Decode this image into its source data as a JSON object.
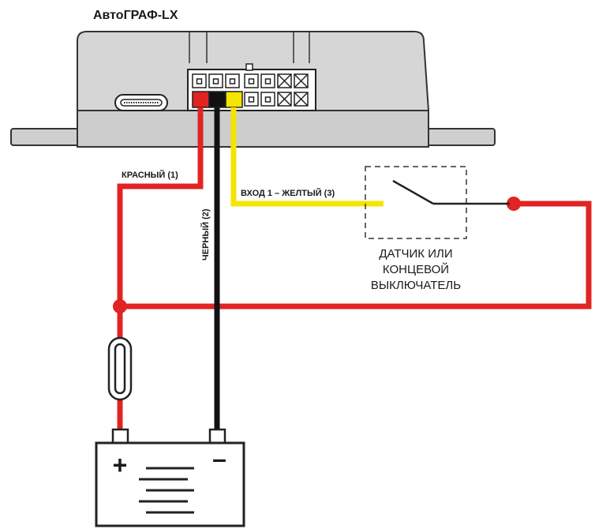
{
  "device": {
    "title": "АвтоГРАФ-LX"
  },
  "wires": {
    "red_label": "КРАСНЫЙ (1)",
    "black_label": "ЧЕРНЫЙ (2)",
    "yellow_label": "ВХОД 1 – ЖЕЛТЫЙ (3)"
  },
  "sensor": {
    "caption_lines": [
      "ДАТЧИК ИЛИ",
      "КОНЦЕВОЙ",
      "ВЫКЛЮЧАТЕЛЬ"
    ]
  },
  "battery": {
    "plus": "+",
    "minus": "–"
  },
  "colors": {
    "red_wire": "#e02424",
    "black_wire": "#111111",
    "yellow_wire": "#f5e400",
    "device_body": "#d3d3d3",
    "device_outline": "#333333"
  }
}
